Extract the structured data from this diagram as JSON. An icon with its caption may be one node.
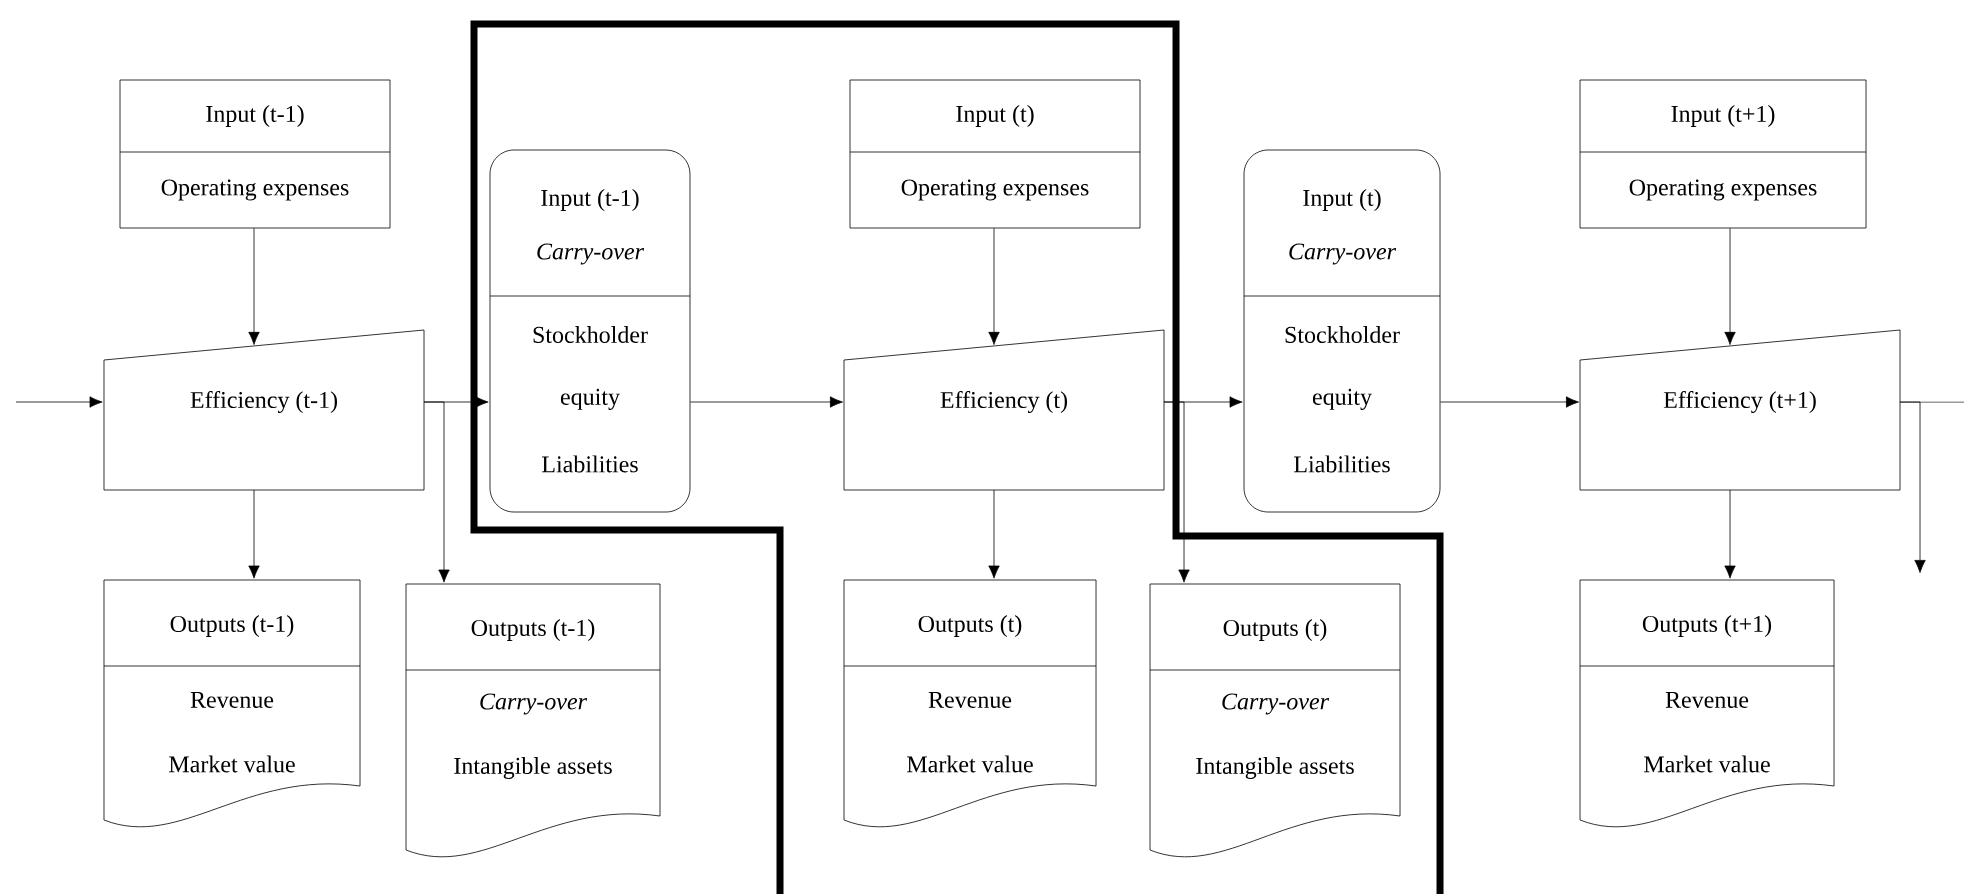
{
  "diagram": {
    "nodes": [
      {
        "text": [
          "Input (t-1)",
          "Operating expenses"
        ]
      },
      {
        "text": [
          "Efficiency (t-1)"
        ]
      },
      {
        "text": [
          "Outputs (t-1)",
          "Revenue",
          "Market value"
        ]
      },
      {
        "text": [
          "Outputs (t-1)",
          "*Carry-over*",
          "Intangible assets"
        ]
      },
      {
        "text": [
          "Input (t-1)",
          "*Carry-over*",
          "Stockholder equity",
          "Liabilities"
        ]
      },
      {
        "text": [
          "Input (t)",
          "Operating expenses"
        ]
      },
      {
        "text": [
          "Efficiency (t)"
        ]
      },
      {
        "text": [
          "Outputs (t)",
          "Revenue",
          "Market value"
        ]
      },
      {
        "text": [
          "Outputs (t)",
          "*Carry-over*",
          "Intangible assets"
        ]
      },
      {
        "text": [
          "Input (t)",
          "*Carry-over*",
          "Stockholder equity",
          "Liabilities"
        ]
      },
      {
        "text": [
          "Input (t+1)",
          "Operating expenses"
        ]
      },
      {
        "text": [
          "Efficiency (t+1)"
        ]
      },
      {
        "text": [
          "Outputs (t+1)",
          "Revenue",
          "Market value"
        ]
      }
    ],
    "edges": [
      {
        "from": null,
        "to": 1,
        "arrow": "to"
      },
      {
        "from": 0,
        "to": 1,
        "arrow": "to"
      },
      {
        "from": 1,
        "to": 2,
        "arrow": "to"
      },
      {
        "from": 1,
        "to": 3,
        "arrow": "to"
      },
      {
        "from": 1,
        "to": 4,
        "arrow": "to"
      },
      {
        "from": 4,
        "to": 6,
        "arrow": "to"
      },
      {
        "from": 5,
        "to": 6,
        "arrow": "to"
      },
      {
        "from": 6,
        "to": 7,
        "arrow": "to"
      },
      {
        "from": 6,
        "to": 8,
        "arrow": "to"
      },
      {
        "from": 6,
        "to": 9,
        "arrow": "to"
      },
      {
        "from": 9,
        "to": 11,
        "arrow": "to"
      },
      {
        "from": 10,
        "to": 11,
        "arrow": "to"
      },
      {
        "from": 11,
        "to": 12,
        "arrow": "to"
      },
      {
        "from": 11,
        "to": null,
        "arrow": "none"
      },
      {
        "from": 11,
        "to": null,
        "arrow": "to"
      }
    ]
  }
}
